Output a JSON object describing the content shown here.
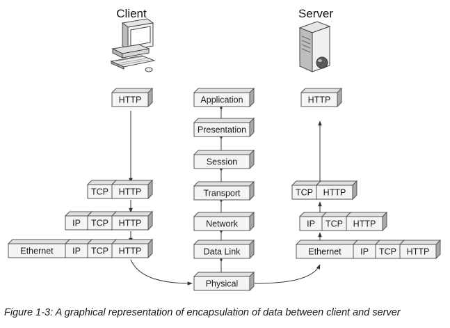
{
  "headings": {
    "client": "Client",
    "server": "Server"
  },
  "caption": "Figure 1-3: A graphical representation of encapsulation of data between client and server",
  "osi_layers": [
    "Application",
    "Presentation",
    "Session",
    "Transport",
    "Network",
    "Data Link",
    "Physical"
  ],
  "client": {
    "application": [
      "HTTP"
    ],
    "transport": [
      "TCP",
      "HTTP"
    ],
    "network": [
      "IP",
      "TCP",
      "HTTP"
    ],
    "datalink": [
      "Ethernet",
      "IP",
      "TCP",
      "HTTP"
    ]
  },
  "server": {
    "application": [
      "HTTP"
    ],
    "transport": [
      "TCP",
      "HTTP"
    ],
    "network": [
      "IP",
      "TCP",
      "HTTP"
    ],
    "datalink": [
      "Ethernet",
      "IP",
      "TCP",
      "HTTP"
    ]
  },
  "icons": {
    "client": "desktop-computer-icon",
    "server": "server-tower-icon"
  },
  "colors": {
    "box_face": "#f4f4f4",
    "box_top": "#e0e0e0",
    "box_side": "#a9a9a9",
    "stroke": "#555555"
  }
}
